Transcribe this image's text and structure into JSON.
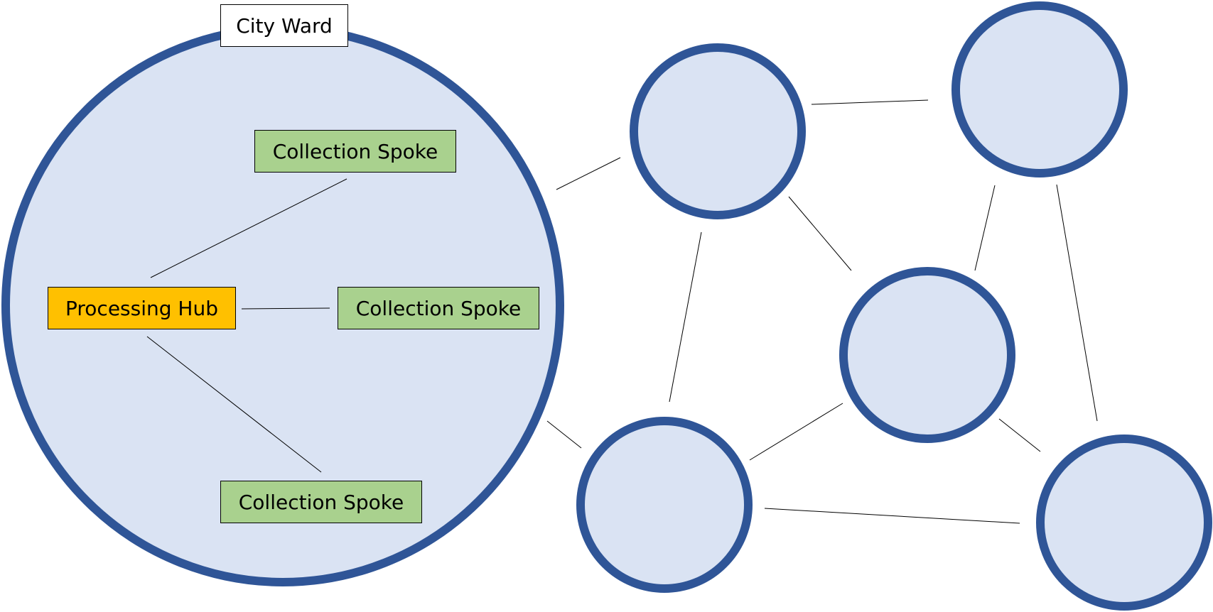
{
  "ward": {
    "label": "City Ward"
  },
  "hub": {
    "label": "Processing Hub"
  },
  "spokes": [
    {
      "label": "Collection Spoke"
    },
    {
      "label": "Collection Spoke"
    },
    {
      "label": "Collection Spoke"
    }
  ],
  "colors": {
    "circle_fill": "#dae3f3",
    "circle_stroke": "#2f5597",
    "hub_fill": "#ffc000",
    "spoke_fill": "#a9d18e",
    "label_fill": "#ffffff"
  },
  "network": {
    "unlabeled_node_count": 5,
    "connection_count": 10
  }
}
